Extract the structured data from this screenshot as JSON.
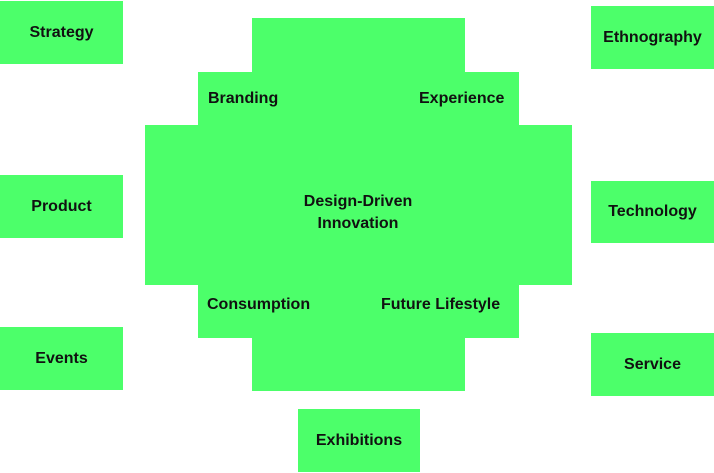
{
  "colors": {
    "box_fill": "#4cff6a",
    "text": "#111111",
    "background": "#ffffff"
  },
  "center": {
    "line1": "Design-Driven",
    "line2": "Innovation"
  },
  "inner_labels": {
    "top_left": "Branding",
    "top_right": "Experience",
    "bottom_left": "Consumption",
    "bottom_right": "Future Lifestyle"
  },
  "outer_boxes": {
    "strategy": "Strategy",
    "product": "Product",
    "events": "Events",
    "ethnography": "Ethnography",
    "technology": "Technology",
    "service": "Service",
    "exhibitions": "Exhibitions"
  }
}
